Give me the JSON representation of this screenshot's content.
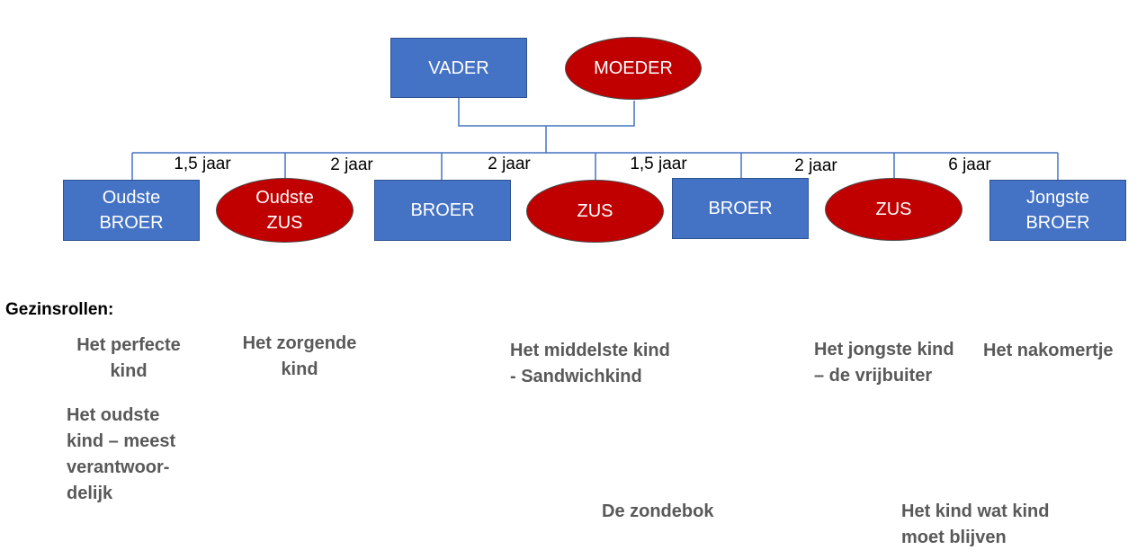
{
  "parents": {
    "father": "VADER",
    "mother": "MOEDER"
  },
  "children": [
    {
      "line1": "Oudste",
      "line2": "BROER",
      "shape": "rect"
    },
    {
      "line1": "Oudste",
      "line2": "ZUS",
      "shape": "ellipse"
    },
    {
      "line1": "BROER",
      "line2": "",
      "shape": "rect"
    },
    {
      "line1": "ZUS",
      "line2": "",
      "shape": "ellipse"
    },
    {
      "line1": "BROER",
      "line2": "",
      "shape": "rect"
    },
    {
      "line1": "ZUS",
      "line2": "",
      "shape": "ellipse"
    },
    {
      "line1": "Jongste",
      "line2": "BROER",
      "shape": "rect"
    }
  ],
  "age_gaps": [
    "1,5 jaar",
    "2 jaar",
    "2 jaar",
    "1,5 jaar",
    "2 jaar",
    "6 jaar"
  ],
  "section_title": "Gezinsrollen:",
  "roles": {
    "perfect": {
      "line1": "Het perfecte",
      "line2": "kind"
    },
    "caring": {
      "line1": "Het zorgende",
      "line2": "kind"
    },
    "middle": {
      "line1": "Het middelste kind",
      "line2": "- Sandwichkind"
    },
    "youngest": {
      "line1": "Het jongste kind",
      "line2": "– de vrijbuiter"
    },
    "late": {
      "line1": "Het nakomertje"
    },
    "oldest": {
      "line1": "Het oudste",
      "line2": "kind – meest",
      "line3": "verantwoor-",
      "line4": "delijk"
    },
    "scapegoat": {
      "line1": "De zondebok"
    },
    "child_remains": {
      "line1": "Het kind wat kind",
      "line2": "moet blijven"
    }
  },
  "colors": {
    "male_fill": "#4472C4",
    "female_fill": "#C00000",
    "connector": "#4472C4",
    "role_text": "#595959"
  }
}
